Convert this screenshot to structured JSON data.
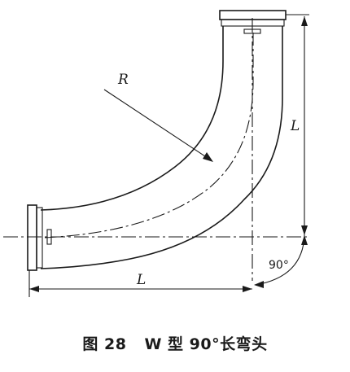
{
  "diagram": {
    "radius_label": "R",
    "height_label": "L",
    "length_label": "L",
    "angle_label": "90°"
  },
  "caption": {
    "figure_number": "图 28",
    "title": "W 型 90°长弯头"
  }
}
